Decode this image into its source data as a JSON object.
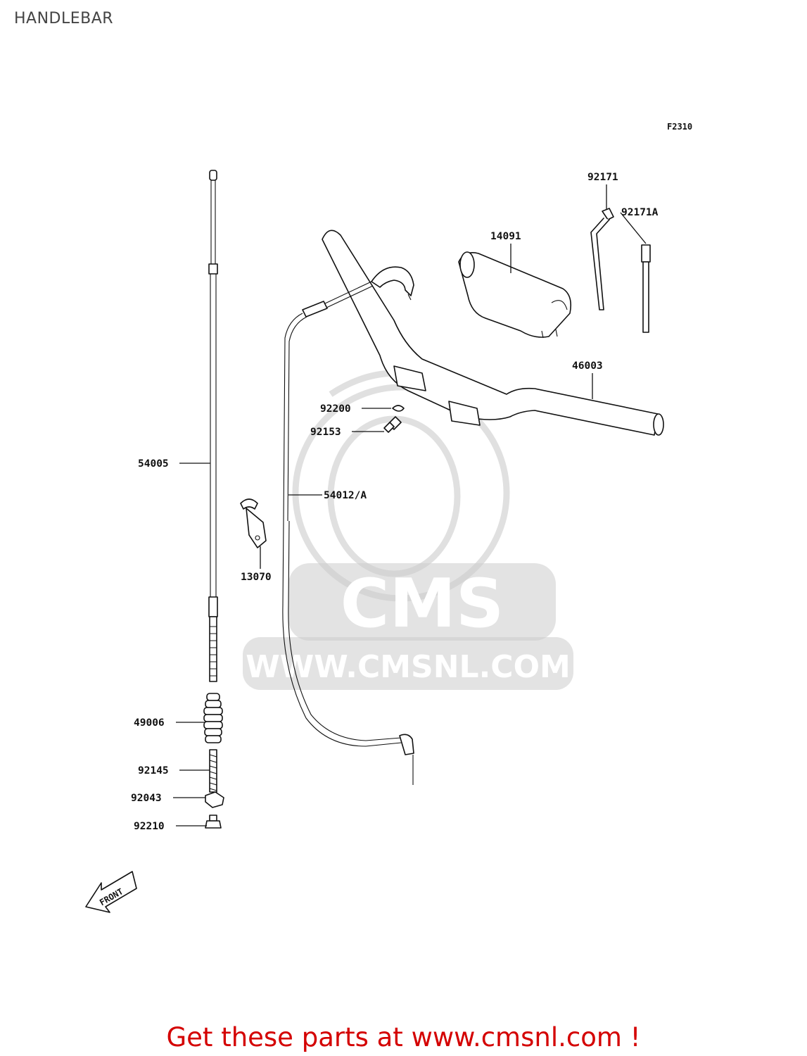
{
  "title": "HANDLEBAR",
  "figure_code": "F2310",
  "footer_text": "Get these parts at www.cmsnl.com !",
  "watermark": {
    "brand": "CMS",
    "url": "WWW.CMSNL.COM"
  },
  "front_arrow_label": "FRONT",
  "part_labels": {
    "p92171": "92171",
    "p92171A": "92171A",
    "p14091": "14091",
    "p46003": "46003",
    "p92200": "92200",
    "p92153": "92153",
    "p54005": "54005",
    "p54012A": "54012/A",
    "p13070": "13070",
    "p49006": "49006",
    "p92145": "92145",
    "p92043": "92043",
    "p92210": "92210"
  },
  "colors": {
    "footer": "#d40000",
    "ink": "#111111",
    "watermark": "#cccccc"
  }
}
